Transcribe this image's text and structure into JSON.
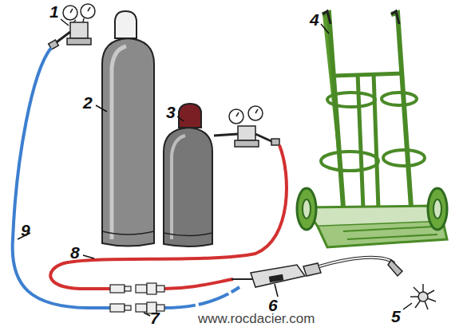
{
  "diagram": {
    "labels": [
      "1",
      "2",
      "3",
      "4",
      "5",
      "6",
      "7",
      "8",
      "9",
      "www.rocdacier.com"
    ]
  }
}
